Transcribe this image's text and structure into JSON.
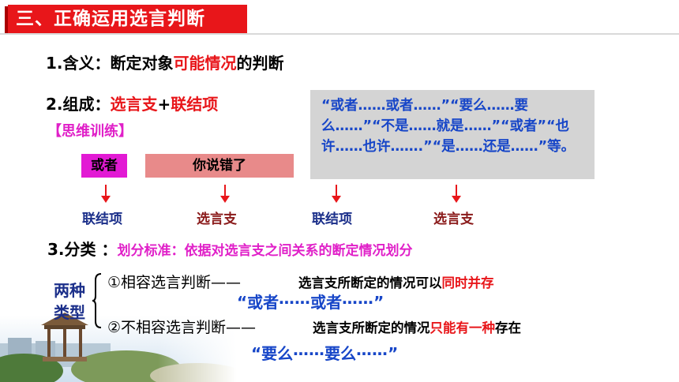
{
  "title": "三、正确运用选言判断",
  "definition": {
    "prefix": "1.含义：断定对象",
    "highlight": "可能情况",
    "suffix": "的判断"
  },
  "composition": {
    "prefix": "2.组成：",
    "part1": "选言支",
    "plus": "+",
    "part2": "联结项"
  },
  "example_box": {
    "text": "“或者……或者……”“要么……要么……”“不是……就是……”“或者”“也许……也许…….”“是……还是……”等。"
  },
  "training_label": "【思维训练】",
  "sentence_parts": [
    {
      "text": "或者",
      "color": "#e21ad4"
    },
    {
      "text": "你说错了",
      "color": "#e88a8a"
    }
  ],
  "arrow_labels": [
    "联结项",
    "选言支",
    "联结项",
    "选言支"
  ],
  "classification": {
    "prefix": "3.分类",
    "colon": "：",
    "criterion": "划分标准：依据对选言支之间关系的断定情况划分"
  },
  "types": {
    "label_line1": "两种",
    "label_line2": "类型",
    "compatible": {
      "name": "①相容选言判断——",
      "desc_prefix": "选言支所断定的情况可以",
      "desc_highlight": "同时并存",
      "example": "“或者⋯⋯或者⋯⋯”"
    },
    "incompatible": {
      "name": "②不相容选言判断——",
      "desc_prefix": "选言支所断定的情况",
      "desc_highlight": "只能有一种",
      "desc_suffix": "存在",
      "example": "“要么⋯⋯要么⋯⋯”"
    }
  },
  "colors": {
    "accent_red": "#e8161a",
    "magenta": "#e020c8",
    "navy": "#1b2f8a",
    "maroon": "#8a1a1a",
    "blue": "#1746c8"
  }
}
